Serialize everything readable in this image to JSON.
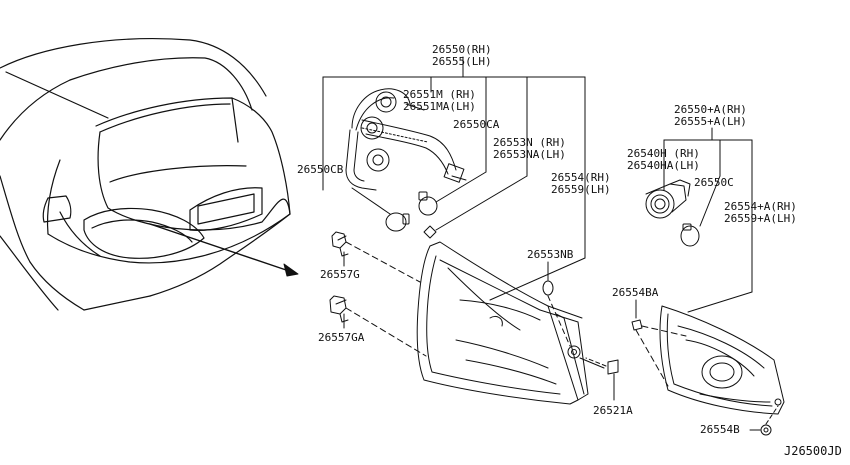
{
  "diagram": {
    "code": "J26500JD",
    "callouts": [
      {
        "id": "assy-rh",
        "lines": [
          "26550(RH)",
          "26555(LH)"
        ]
      },
      {
        "id": "harness",
        "lines": [
          "26551M (RH)",
          "26551MA(LH)"
        ]
      },
      {
        "id": "bulb-a",
        "lines": [
          "26550CA"
        ]
      },
      {
        "id": "bulb-b",
        "lines": [
          "26550CB"
        ]
      },
      {
        "id": "seal",
        "lines": [
          "26553N (RH)",
          "26553NA(LH)"
        ]
      },
      {
        "id": "housing",
        "lines": [
          "26554(RH)",
          "26559(LH)"
        ]
      },
      {
        "id": "grommet",
        "lines": [
          "26553NB"
        ]
      },
      {
        "id": "clip-g",
        "lines": [
          "26557G"
        ]
      },
      {
        "id": "clip-ga",
        "lines": [
          "26557GA"
        ]
      },
      {
        "id": "screw",
        "lines": [
          "26521A"
        ]
      },
      {
        "id": "inner-assy",
        "lines": [
          "26550+A(RH)",
          "26555+A(LH)"
        ]
      },
      {
        "id": "socket",
        "lines": [
          "26540H (RH)",
          "26540HA(LH)"
        ]
      },
      {
        "id": "bulb-c",
        "lines": [
          "26550C"
        ]
      },
      {
        "id": "inner-housing",
        "lines": [
          "26554+A(RH)",
          "26559+A(LH)"
        ]
      },
      {
        "id": "nut-ba",
        "lines": [
          "26554BA"
        ]
      },
      {
        "id": "nut-b",
        "lines": [
          "26554B"
        ]
      }
    ]
  }
}
